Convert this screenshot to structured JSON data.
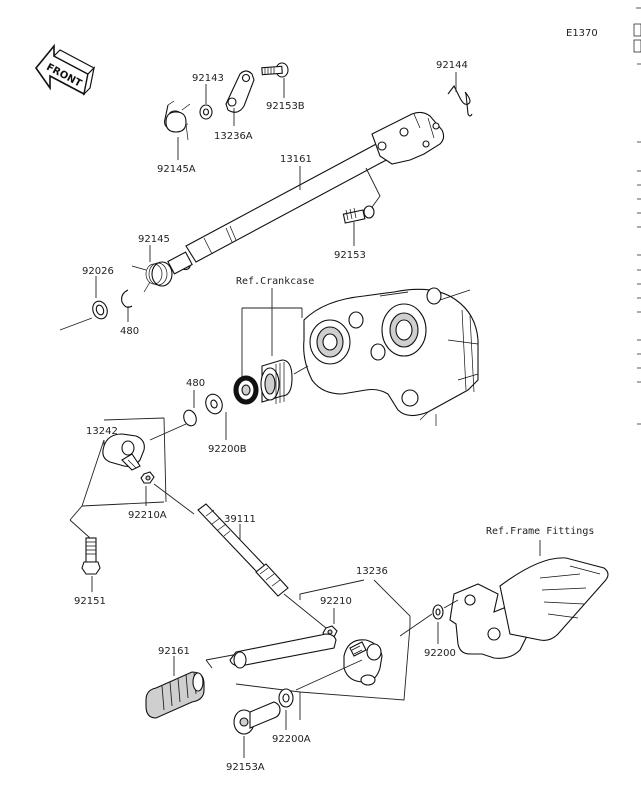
{
  "diagram": {
    "code": "E1370",
    "front_label": "FRONT",
    "refs": {
      "crankcase": "Ref.Crankcase",
      "frame_fittings": "Ref.Frame Fittings"
    },
    "part_labels": {
      "p92143": "92143",
      "p13236A": "13236A",
      "p92153B": "92153B",
      "p92144": "92144",
      "p92145A": "92145A",
      "p13161": "13161",
      "p92145": "92145",
      "p92153": "92153",
      "p92026": "92026",
      "p480a": "480",
      "p480b": "480",
      "p92200B": "92200B",
      "p13242": "13242",
      "p92210A": "92210A",
      "p39111": "39111",
      "p92151": "92151",
      "p13236": "13236",
      "p92210": "92210",
      "p92200": "92200",
      "p92161": "92161",
      "p92200A": "92200A",
      "p92153A": "92153A"
    }
  }
}
